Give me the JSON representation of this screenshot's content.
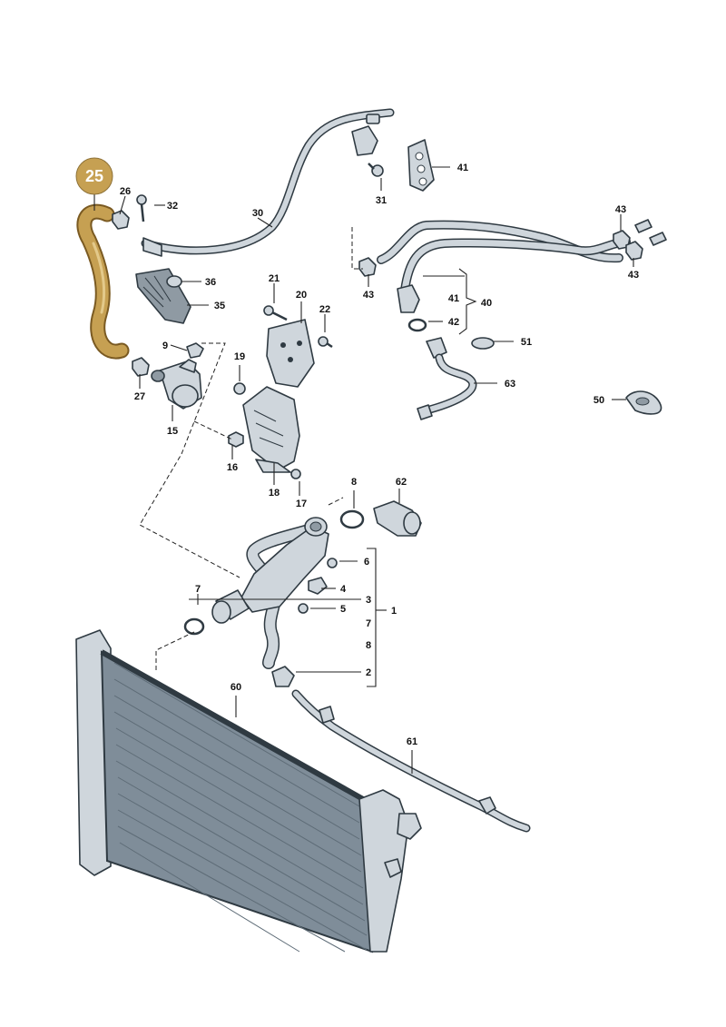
{
  "highlighted_part": {
    "label": "25",
    "color": "#c6a052"
  },
  "callouts": {
    "c1": "1",
    "c2": "2",
    "c3": "3",
    "c4": "4",
    "c5": "5",
    "c6": "6",
    "c7a": "7",
    "c7b": "7",
    "c8a": "8",
    "c8b": "8",
    "c9": "9",
    "c15": "15",
    "c16": "16",
    "c17": "17",
    "c18": "18",
    "c19": "19",
    "c20": "20",
    "c21": "21",
    "c22": "22",
    "c26": "26",
    "c27": "27",
    "c30": "30",
    "c31": "31",
    "c32": "32",
    "c35": "35",
    "c36": "36",
    "c40": "40",
    "c41a": "41",
    "c41b": "41",
    "c42": "42",
    "c43a": "43",
    "c43b": "43",
    "c43c": "43",
    "c50": "50",
    "c51": "51",
    "c60": "60",
    "c61": "61",
    "c62": "62",
    "c63": "63"
  },
  "colors": {
    "part_fill": "#cfd6dc",
    "outline": "#2f3a42",
    "radiator_core": "#7f8d99"
  }
}
